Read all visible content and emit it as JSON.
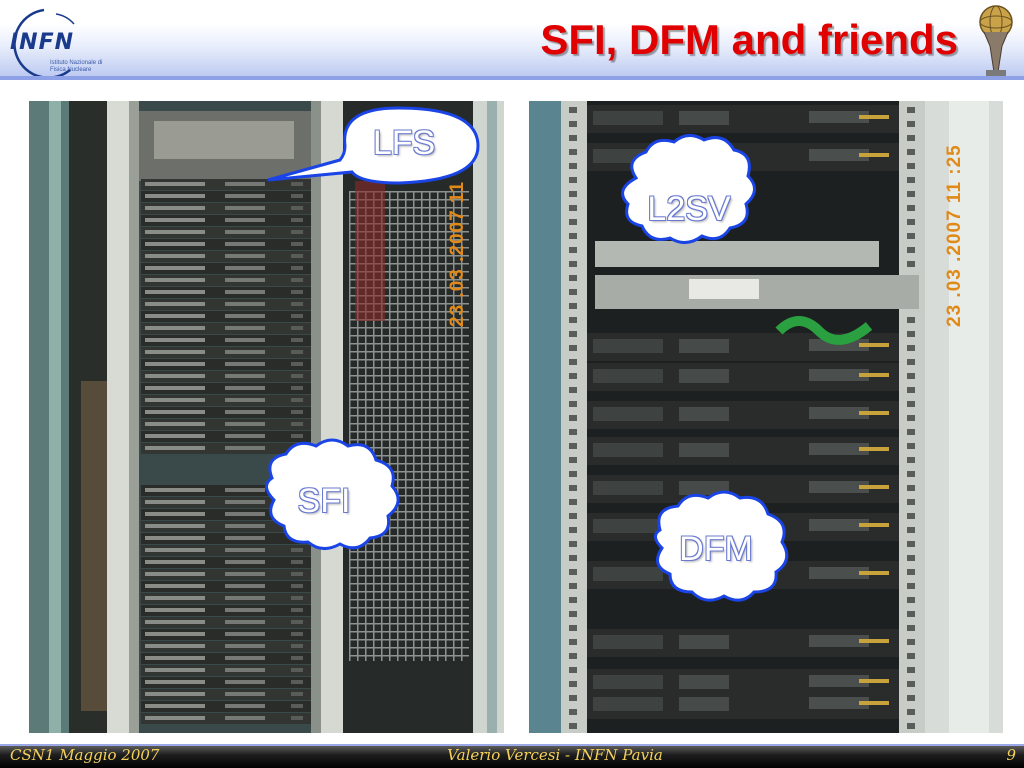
{
  "slide": {
    "title": "SFI, DFM and friends",
    "page_number": "9"
  },
  "logo": {
    "text": "INFN",
    "subtitle": "Istituto Nazionale di Fisica Nucleare",
    "icon": "infn-logo-icon"
  },
  "atlas": {
    "icon": "atlas-figure-icon"
  },
  "left_photo": {
    "timestamp": "23 .03 .2007 11",
    "callouts": {
      "lfs": "LFS",
      "sfi": "SFI"
    }
  },
  "right_photo": {
    "timestamp": "23 .03 .2007 11 :25",
    "callouts": {
      "l2sv": "L2SV",
      "dfm": "DFM"
    }
  },
  "footer": {
    "left": "CSN1 Maggio 2007",
    "center": "Valerio Vercesi - INFN Pavia",
    "right": "9"
  },
  "colors": {
    "title": "#e00000",
    "footer_text": "#f4d15a",
    "accent_blue": "#1a3b8c",
    "callout_border": "#1a44e6"
  }
}
